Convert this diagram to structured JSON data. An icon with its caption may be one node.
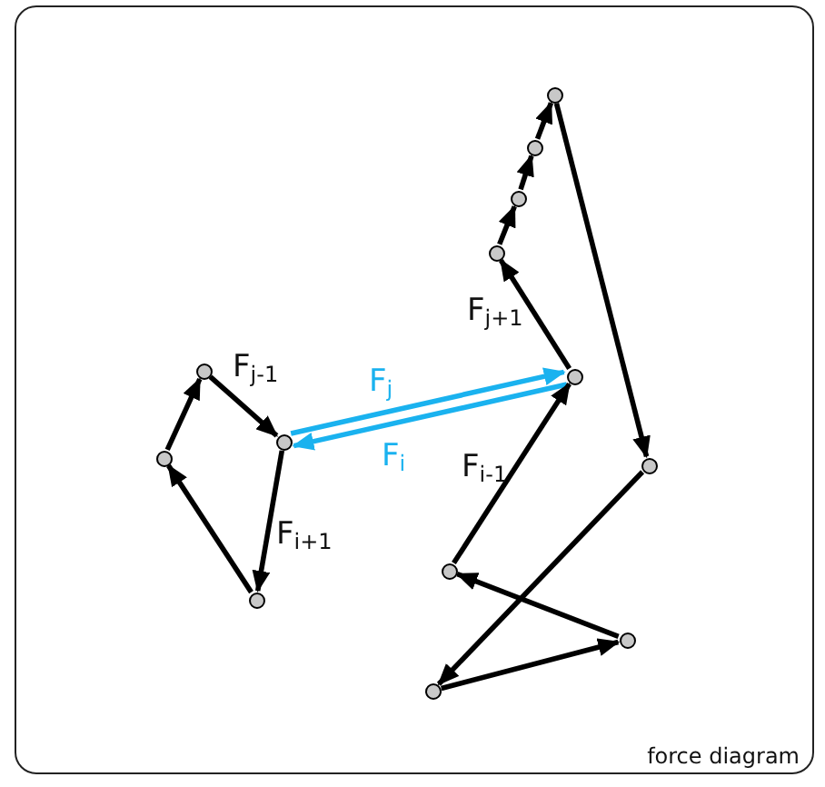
{
  "diagram": {
    "caption": "force diagram",
    "nodes": [
      {
        "text": [],
        "shape": "circle"
      },
      {
        "text": [],
        "shape": "circle"
      },
      {
        "text": [],
        "shape": "circle"
      },
      {
        "text": [],
        "shape": "circle"
      },
      {
        "text": [],
        "shape": "circle"
      },
      {
        "text": [],
        "shape": "circle"
      },
      {
        "text": [],
        "shape": "circle"
      },
      {
        "text": [],
        "shape": "circle"
      },
      {
        "text": [],
        "shape": "circle"
      },
      {
        "text": [],
        "shape": "circle"
      },
      {
        "text": [],
        "shape": "circle"
      },
      {
        "text": [],
        "shape": "circle"
      },
      {
        "text": [],
        "shape": "circle"
      }
    ],
    "edges": [
      {
        "from": 1,
        "to": 3,
        "arrow": "to",
        "label": "F$_{j-1}$"
      },
      {
        "from": 3,
        "to": 2,
        "arrow": "to",
        "label": "F$_{i+1}$"
      },
      {
        "from": 2,
        "to": 0,
        "arrow": "to"
      },
      {
        "from": 0,
        "to": 1,
        "arrow": "to"
      },
      {
        "from": 3,
        "to": 10,
        "arrow": "to",
        "label": "F$_{j}$",
        "color": "#1ab2ef"
      },
      {
        "from": 10,
        "to": 3,
        "arrow": "to",
        "label": "F$_{i}$",
        "color": "#1ab2ef"
      },
      {
        "from": 10,
        "to": 6,
        "arrow": "to",
        "label": "F$_{j+1}$"
      },
      {
        "from": 6,
        "to": 7,
        "arrow": "to"
      },
      {
        "from": 7,
        "to": 8,
        "arrow": "to"
      },
      {
        "from": 8,
        "to": 9,
        "arrow": "to"
      },
      {
        "from": 9,
        "to": 12,
        "arrow": "to"
      },
      {
        "from": 12,
        "to": 4,
        "arrow": "to"
      },
      {
        "from": 4,
        "to": 11,
        "arrow": "to"
      },
      {
        "from": 11,
        "to": 5,
        "arrow": "to"
      },
      {
        "from": 5,
        "to": 10,
        "arrow": "to",
        "label": "F$_{i-1}$"
      }
    ]
  }
}
